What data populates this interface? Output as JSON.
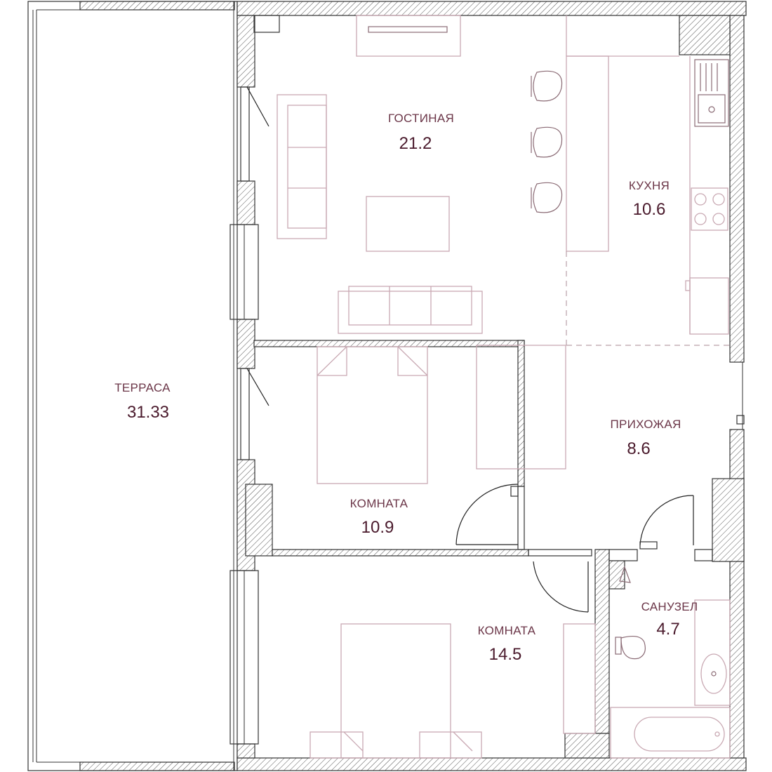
{
  "rooms": {
    "terrace": {
      "name": "ТЕРРАСА",
      "area": "31.33"
    },
    "living": {
      "name": "ГОСТИНАЯ",
      "area": "21.2"
    },
    "kitchen": {
      "name": "КУХНЯ",
      "area": "10.6"
    },
    "hall": {
      "name": "ПРИХОЖАЯ",
      "area": "8.6"
    },
    "room1": {
      "name": "КОМНАТА",
      "area": "10.9"
    },
    "room2": {
      "name": "КОМНАТА",
      "area": "14.5"
    },
    "bathroom": {
      "name": "САНУЗЕЛ",
      "area": "4.7"
    }
  },
  "colors": {
    "label": "#6b3648",
    "area": "#4a1a2c",
    "furniture": "#c9a9b3",
    "wall": "#333333"
  }
}
